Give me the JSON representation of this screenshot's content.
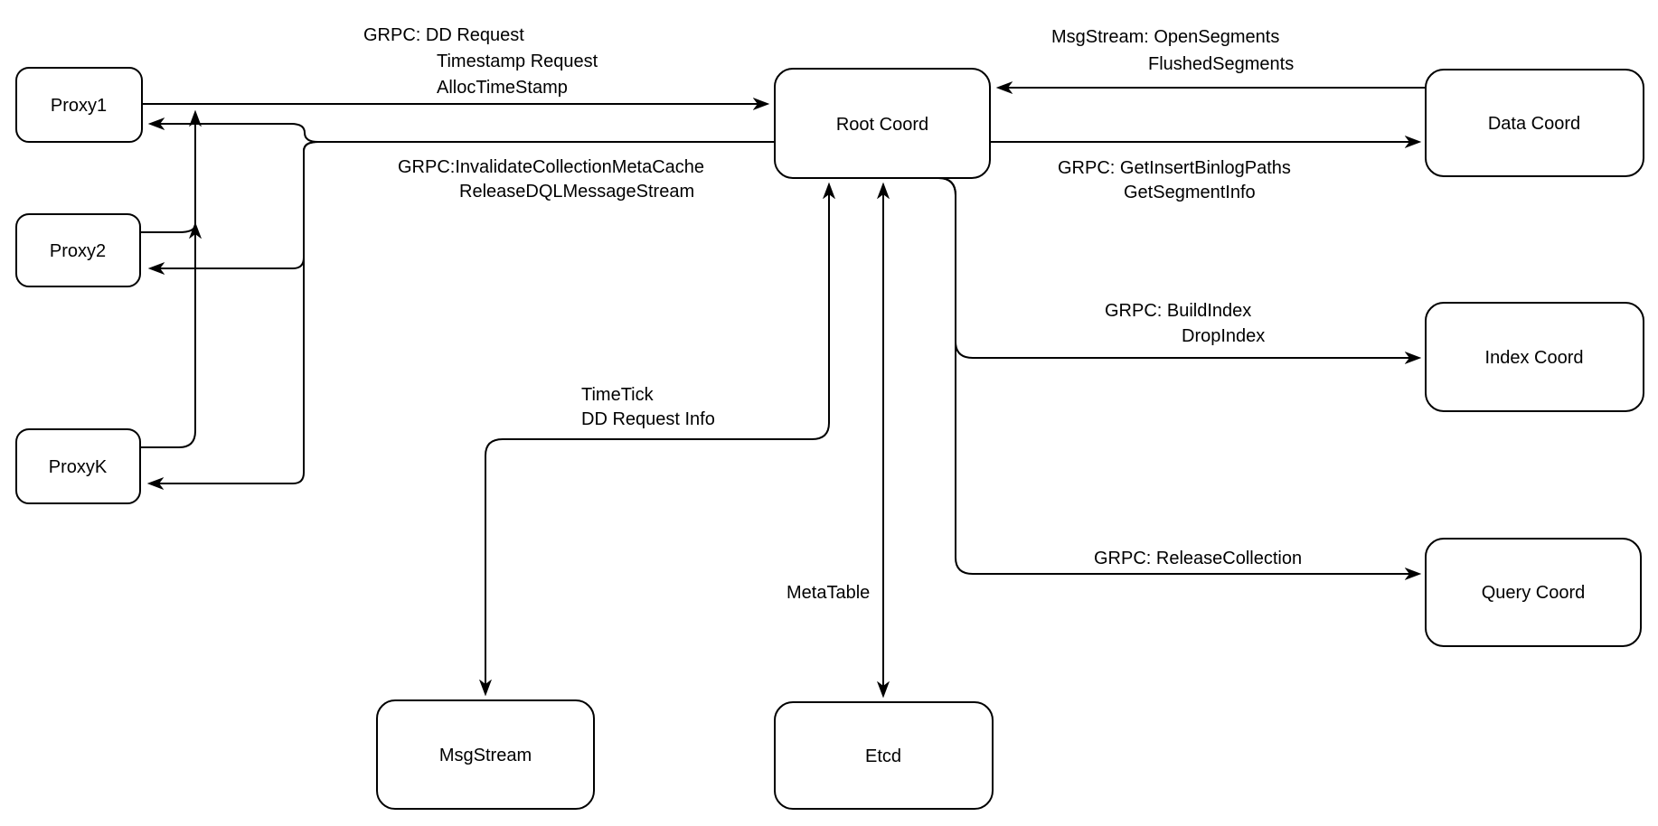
{
  "diagram": {
    "background_color": "#ffffff",
    "line_color": "#000000",
    "nodes": {
      "proxy1": {
        "label": "Proxy1"
      },
      "proxy2": {
        "label": "Proxy2"
      },
      "proxyk": {
        "label": "ProxyK"
      },
      "root_coord": {
        "label": "Root Coord"
      },
      "data_coord": {
        "label": "Data Coord"
      },
      "index_coord": {
        "label": "Index Coord"
      },
      "query_coord": {
        "label": "Query Coord"
      },
      "msgstream": {
        "label": "MsgStream"
      },
      "etcd": {
        "label": "Etcd"
      }
    },
    "edge_labels": {
      "proxy_to_root": {
        "line1": "GRPC: DD Request",
        "line2": "Timestamp Request",
        "line3": "AllocTimeStamp"
      },
      "root_to_proxy": {
        "line1": "GRPC:InvalidateCollectionMetaCache",
        "line2": "ReleaseDQLMessageStream"
      },
      "data_to_root": {
        "line1": "MsgStream: OpenSegments",
        "line2": "FlushedSegments"
      },
      "root_to_data": {
        "line1": "GRPC: GetInsertBinlogPaths",
        "line2": "GetSegmentInfo"
      },
      "root_to_index": {
        "line1": "GRPC: BuildIndex",
        "line2": "DropIndex"
      },
      "root_to_query": {
        "line1": "GRPC: ReleaseCollection"
      },
      "root_to_msgstream": {
        "line1": "TimeTick",
        "line2": "DD Request Info"
      },
      "root_to_etcd": {
        "line1": "MetaTable"
      }
    }
  }
}
